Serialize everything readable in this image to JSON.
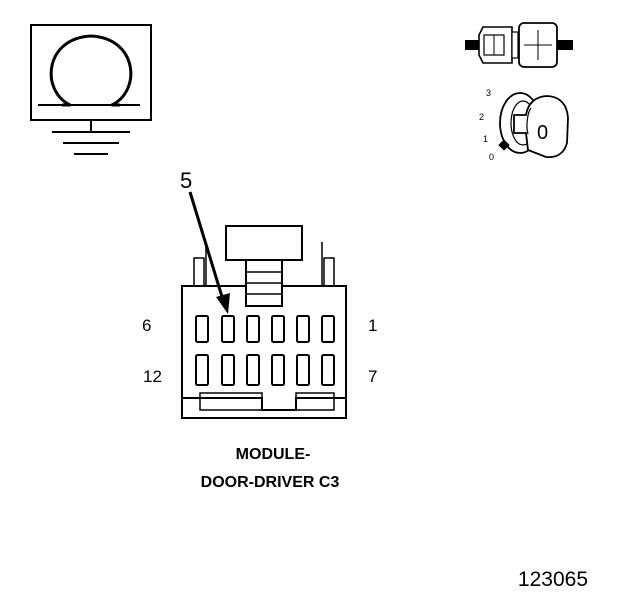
{
  "connector": {
    "pin_label_top_left": "6",
    "pin_label_top_right": "1",
    "pin_label_bottom_left": "12",
    "pin_label_bottom_right": "7",
    "callout_pin": "5",
    "name_line1": "MODULE-",
    "name_line2": "DOOR-DRIVER C3"
  },
  "ignition_switch": {
    "positions": [
      "3",
      "2",
      "1",
      "0"
    ],
    "key_label": "0"
  },
  "figure_id": "123065",
  "icons": [
    "ground-symbol-icon",
    "ohm-symbol-icon",
    "connector-plug-icon",
    "ignition-key-icon"
  ]
}
